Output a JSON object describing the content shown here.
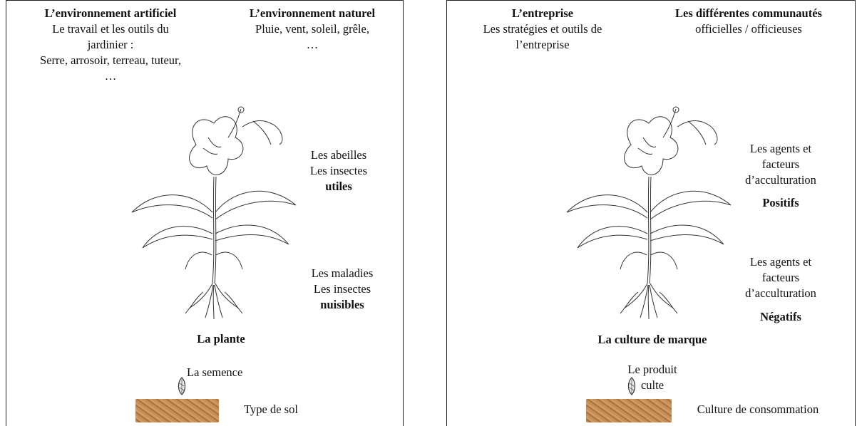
{
  "left": {
    "artificial": {
      "title": "L’environnement artificiel",
      "body": "Le travail et les outils du\njardinier :\nSerre, arrosoir, terreau,  tuteur,\n…"
    },
    "natural": {
      "title": "L’environnement naturel",
      "body": "Pluie, vent, soleil, grêle,\n…"
    },
    "useful": {
      "text": "Les abeilles\nLes insectes",
      "bold": "utiles"
    },
    "harmful": {
      "text": "Les maladies\nLes insectes",
      "bold": "nuisibles"
    },
    "plant_label": "La plante",
    "seed_label": "La semence",
    "soil_label": "Type de sol"
  },
  "right": {
    "company": {
      "title": "L’entreprise",
      "body": "Les stratégies et outils de\nl’entreprise"
    },
    "communities": {
      "title": "Les différentes communautés",
      "body": "officielles / officieuses"
    },
    "positive": {
      "text": "Les agents et\nfacteurs\nd’acculturation",
      "bold": "Positifs"
    },
    "negative": {
      "text": "Les agents et\nfacteurs\nd’acculturation",
      "bold": "Négatifs"
    },
    "culture_label": "La culture de marque",
    "product_label": "Le produit\nculte",
    "consumption_label": "Culture de consommation"
  },
  "colors": {
    "border": "#222222",
    "soil": "#b9834c",
    "ink": "#333333"
  }
}
